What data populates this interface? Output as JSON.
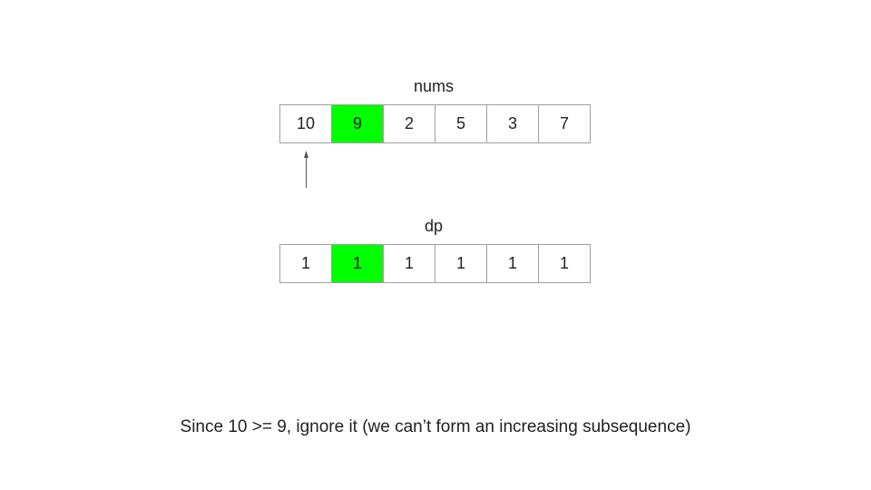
{
  "nums": {
    "label": "nums",
    "values": [
      "10",
      "9",
      "2",
      "5",
      "3",
      "7"
    ],
    "highlight_index": 1,
    "pointer_index": 0
  },
  "dp": {
    "label": "dp",
    "values": [
      "1",
      "1",
      "1",
      "1",
      "1",
      "1"
    ],
    "highlight_index": 1
  },
  "caption": "Since 10 >= 9, ignore it (we can’t form an increasing subsequence)",
  "colors": {
    "highlight": "#00ff00",
    "border": "#9e9e9e"
  }
}
